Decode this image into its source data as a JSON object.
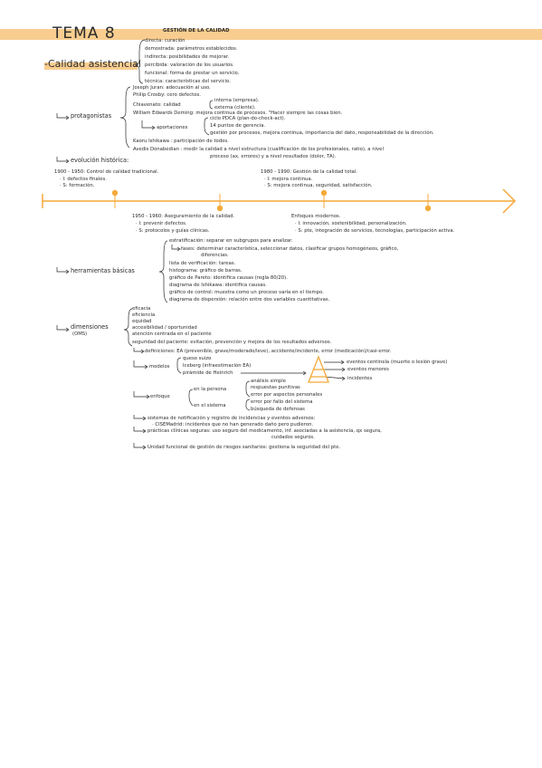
{
  "header": {
    "tema": "TEMA   8",
    "subject": "GESTIÓN DE LA CALIDAD"
  },
  "topic": "-Calidad asistencial",
  "defs": [
    "directa: curación",
    "demostrada: parámetros establecidos.",
    "indirecta: posibilidades de mejorar.",
    "percibida: valoración de los usuarios.",
    "funcional: forma de prestar un servicio.",
    "técnica: características del servicio."
  ],
  "protagonistas": {
    "label": "protagonistas",
    "juran": "Joseph  Juran: adecuación al uso.",
    "crosby": "Philip  Crosby: cero defectos.",
    "chiavenato": "Chiavenato: calidad",
    "interna": "interna (empresa).",
    "externa": "externa (cliente).",
    "deming": "William  Edwards  Deming: mejora continua de procesos. \"Hacer siempre las cosas bien.",
    "aportaciones": "aportaciones",
    "ap1": "ciclo PDCA (plan-do-check-act).",
    "ap2": "14 puntos de gerencia.",
    "ap3": "gestión por procesos, mejora continua, importancia del dato, responsabilidad de la dirección.",
    "ishikawa": "Kaoru  Ishikawa : participación de todos.",
    "donabedian1": "Avedis  Donabedian : medir la calidad a nivel estructura (cualificación de los profesionales, ratio), a nivel",
    "donabedian2": "proceso (ax, errores) y a nivel resultados (dolor, TA)."
  },
  "evolucion": {
    "label": "evolución histórica:",
    "p1": {
      "title": "1900 - 1950: Control de calidad tradicional.",
      "i": "· I: defectos finales.",
      "s": "· S: formación."
    },
    "p2": {
      "title": "1950 - 1960: Aseguramiento de la calidad.",
      "i": "· I: prevenir defectos.",
      "s": "· S: protocolos y guías clínicas."
    },
    "p3": {
      "title": "1980 - 1990: Gestión de la calidad total.",
      "i": "· I: mejora continua.",
      "s": "· S: mejora continua, seguridad, satisfacción."
    },
    "p4": {
      "title": "Enfoques modernos.",
      "i": "· I: innovación, sostenibilidad, personalización.",
      "s": "· S: pte, integración de servicios, tecnologías, participación activa."
    }
  },
  "herramientas": {
    "label": "herramientas básicas",
    "h1": "estratificación: separar en subgrupos para analizar.",
    "fases1": "fases: determinar característica, seleccionar datos, clasificar grupos homogéneos, gráfico,",
    "fases2": "diferencias.",
    "h2": "lista de verificación: tareas.",
    "h3": "histograma: gráfico de barras.",
    "h4": "gráfico de Pareto: identifica causas (regla 80/20).",
    "h5": "diagrama de Ishikawa: identifica causas.",
    "h6": "gráfico de control: muestra como un proceso varía en el tiempo.",
    "h7": "diagrama de dispersión: relación entre dos variables cuantitativas."
  },
  "dimensiones": {
    "label1": "dimensiones",
    "label2": "(OMS)",
    "d1": "eficacia",
    "d2": "eficiencia",
    "d3": "equidad",
    "d4": "accesibilidad / oportunidad",
    "d5": "atención centrada en el paciente",
    "d6": "seguridad del paciente: evitación, prevención y mejora de los resultados adversos.",
    "definiciones": "definiciones: EA (prevenible, grave/moderado/leve), accidente/incidente, error (medicación)/casi-error.",
    "modelos": "modelos",
    "m1": "queso suizo",
    "m2": "Iceberg (infraestimación EA)",
    "m3": "pirámide de Heinrich",
    "pyr1": "eventos centinela (muerte o lesión grave)",
    "pyr2": "eventos menores",
    "pyr3": "incidentes",
    "enfoque": "enfoque",
    "persona": "en la persona",
    "sistema": "en el sistema",
    "e1": "análisis simple",
    "e2": "respuestas punitivas",
    "e3": "error por aspectos personales",
    "e4": "error por fallo del sistema",
    "e5": "búsqueda de defensas",
    "s1": "sistemas de notificación y registro de incidencias y eventos adversos:",
    "s1b": "· CISEMadrid: incidentes que no han generado daño pero pudieron.",
    "s2": "prácticas clínicas seguras: uso seguro del medicamento, inf. asociadas a la asistencia, qx segura,",
    "s2b": "cuidados seguros.",
    "s3": "Unidad funcional de gestión de riesgos sanitarios: gestiona la seguridad del pte."
  },
  "colors": {
    "accent": "#f4a93a",
    "highlight": "#f8cd8f",
    "ink": "#2a2a2a"
  }
}
